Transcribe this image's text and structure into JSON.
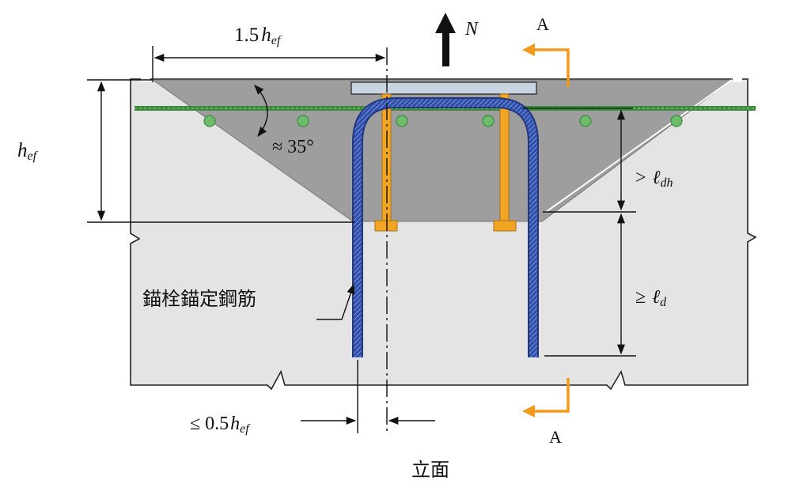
{
  "labels": {
    "top_dim": "1.5",
    "top_dim_var": "h",
    "top_dim_sub": "ef",
    "depth_var": "h",
    "depth_sub": "ef",
    "force": "N",
    "section_top": "A",
    "section_bottom": "A",
    "angle": "≈ 35°",
    "ldh_prefix": ">",
    "ldh_var": "ℓ",
    "ldh_sub": "dh",
    "ld_prefix": "≥",
    "ld_var": "ℓ",
    "ld_sub": "d",
    "bottom_dim_prefix": "≤ 0.5",
    "bottom_dim_var": "h",
    "bottom_dim_sub": "ef",
    "rebar_label": "錨栓錨定鋼筋",
    "view_caption": "立面"
  },
  "colors": {
    "concrete": "#e4e4e4",
    "breakout_cone": "#9e9e9e",
    "base_plate": "#c9d4e2",
    "anchor_bolt": "#f0a623",
    "anchor_rebar": "#2f4fa8",
    "surface_rebar": "#3d8a3d",
    "section_arrow": "#f39a1a",
    "line": "#111111"
  }
}
